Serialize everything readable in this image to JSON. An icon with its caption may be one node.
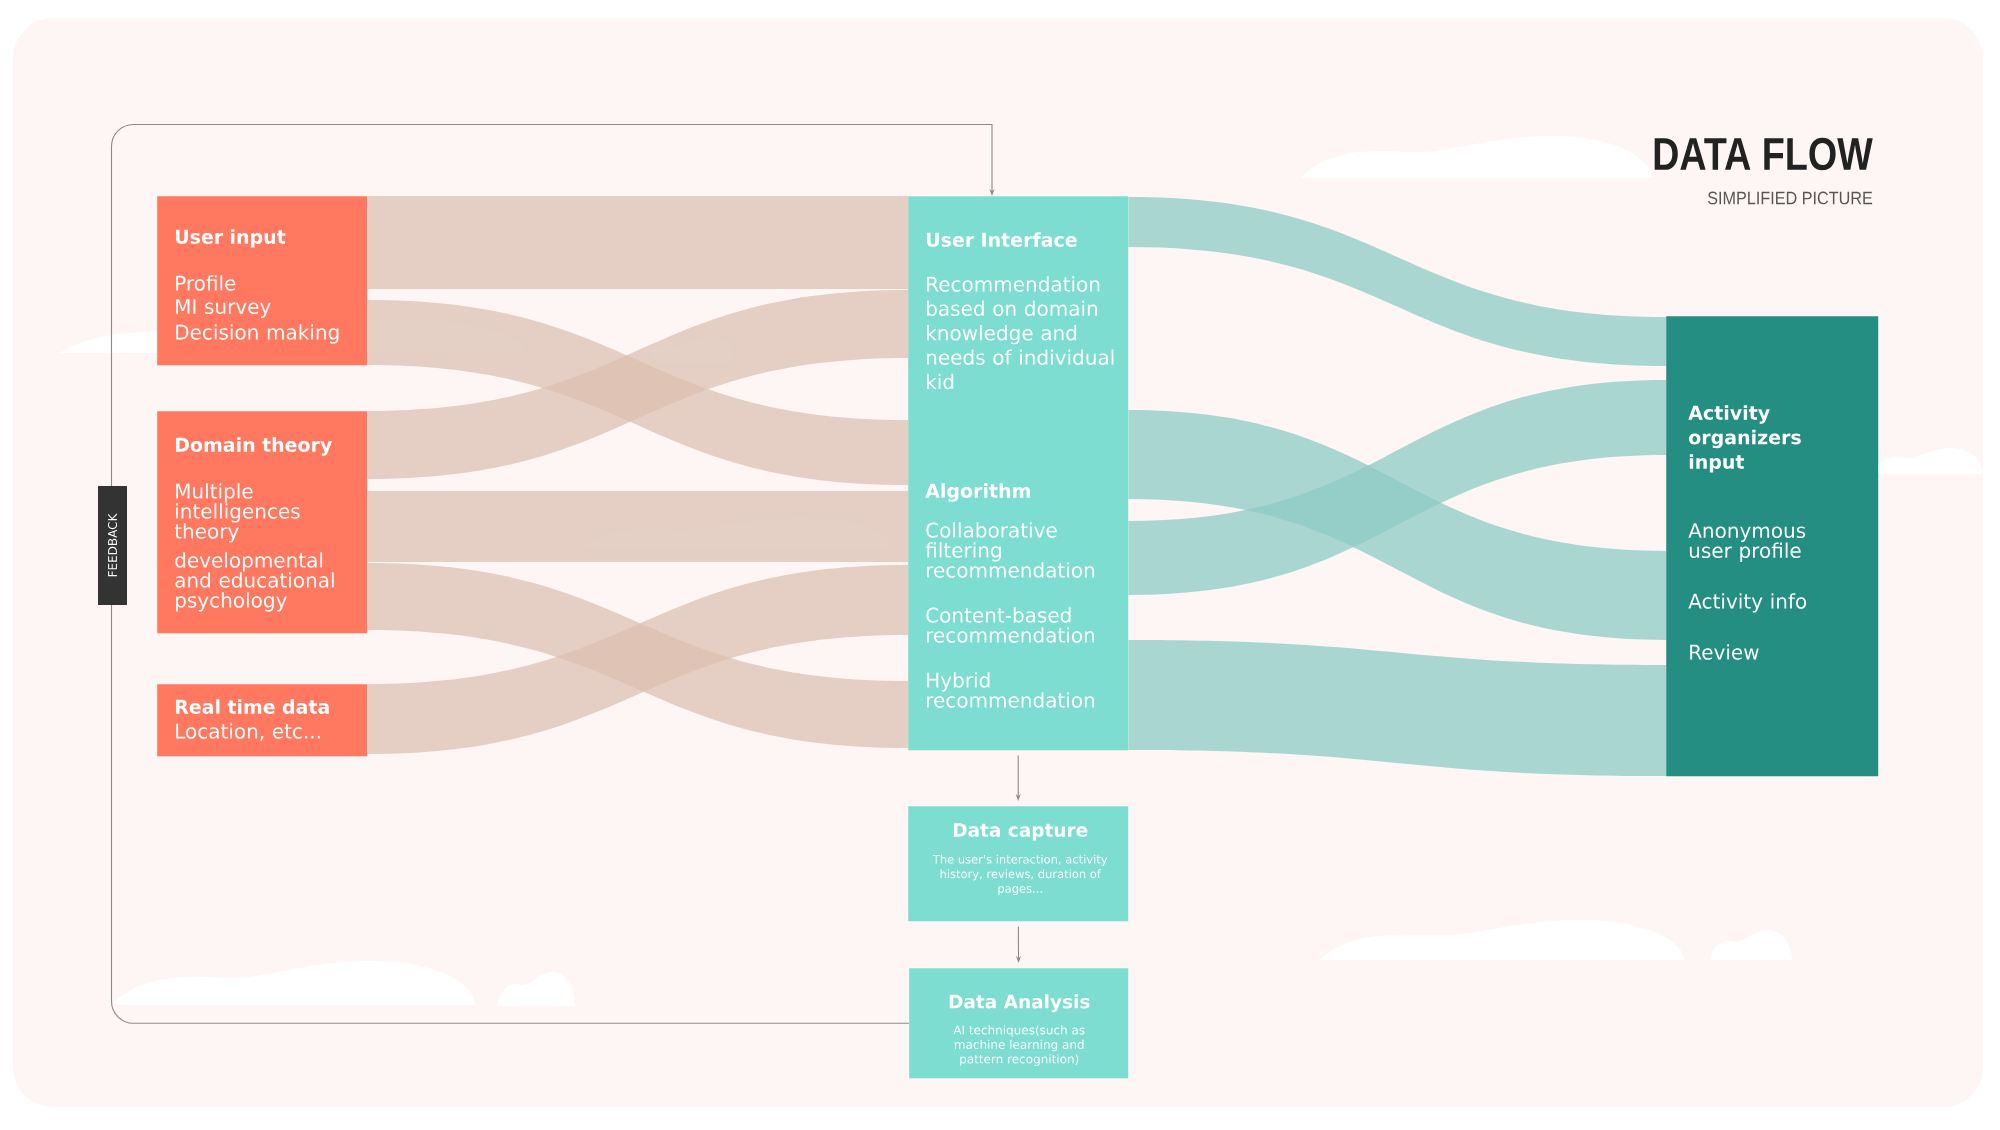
{
  "diagram": {
    "title": "DATA FLOW",
    "nodes": [
      {
        "text": [
          "User input",
          "Profile",
          "MI survey",
          "Decision making"
        ]
      },
      {
        "text": [
          "Domain theory",
          "Multiple intelligences theory",
          "developmental and educational psychology"
        ]
      },
      {
        "text": [
          "Real time data",
          "Location, etc..."
        ]
      },
      {
        "text": [
          "User Interface",
          "Recommendation based on domain knowledge and needs of individual kid",
          "Algorithm",
          "Collaborative filtering recommendation",
          "Content-based recommendation",
          "Hybrid recommendation"
        ]
      },
      {
        "text": [
          "Data capture",
          "The user's interaction, activity history, reviews, duration of pages..."
        ]
      },
      {
        "text": [
          "Data Analysis",
          "AI techniques(such as machine learning and pattern recognition)"
        ]
      },
      {
        "text": [
          "Activity organizers input",
          "Anonymous user profile",
          "Activity info",
          "Review"
        ]
      }
    ],
    "edges": [
      {
        "from": 0,
        "to": 3,
        "arrow": "none",
        "style": "thick"
      },
      {
        "from": 0,
        "to": 3,
        "arrow": "none",
        "style": "thick"
      },
      {
        "from": 1,
        "to": 3,
        "arrow": "none",
        "style": "thick"
      },
      {
        "from": 1,
        "to": 3,
        "arrow": "none",
        "style": "thick"
      },
      {
        "from": 1,
        "to": 3,
        "arrow": "none",
        "style": "thick"
      },
      {
        "from": 2,
        "to": 3,
        "arrow": "none",
        "style": "thick"
      },
      {
        "from": 3,
        "to": 6,
        "arrow": "none",
        "style": "thick"
      },
      {
        "from": 3,
        "to": 6,
        "arrow": "none",
        "style": "thick"
      },
      {
        "from": 3,
        "to": 6,
        "arrow": "none",
        "style": "thick"
      },
      {
        "from": 3,
        "to": 6,
        "arrow": "none",
        "style": "thick"
      },
      {
        "from": 3,
        "to": 4,
        "arrow": "to"
      },
      {
        "from": 4,
        "to": 5,
        "arrow": "to"
      },
      {
        "from": 5,
        "to": 3,
        "arrow": "to",
        "label": "FEEDBACK"
      }
    ],
    "labels": [
      "SIMPLIFIED PICTURE"
    ]
  }
}
